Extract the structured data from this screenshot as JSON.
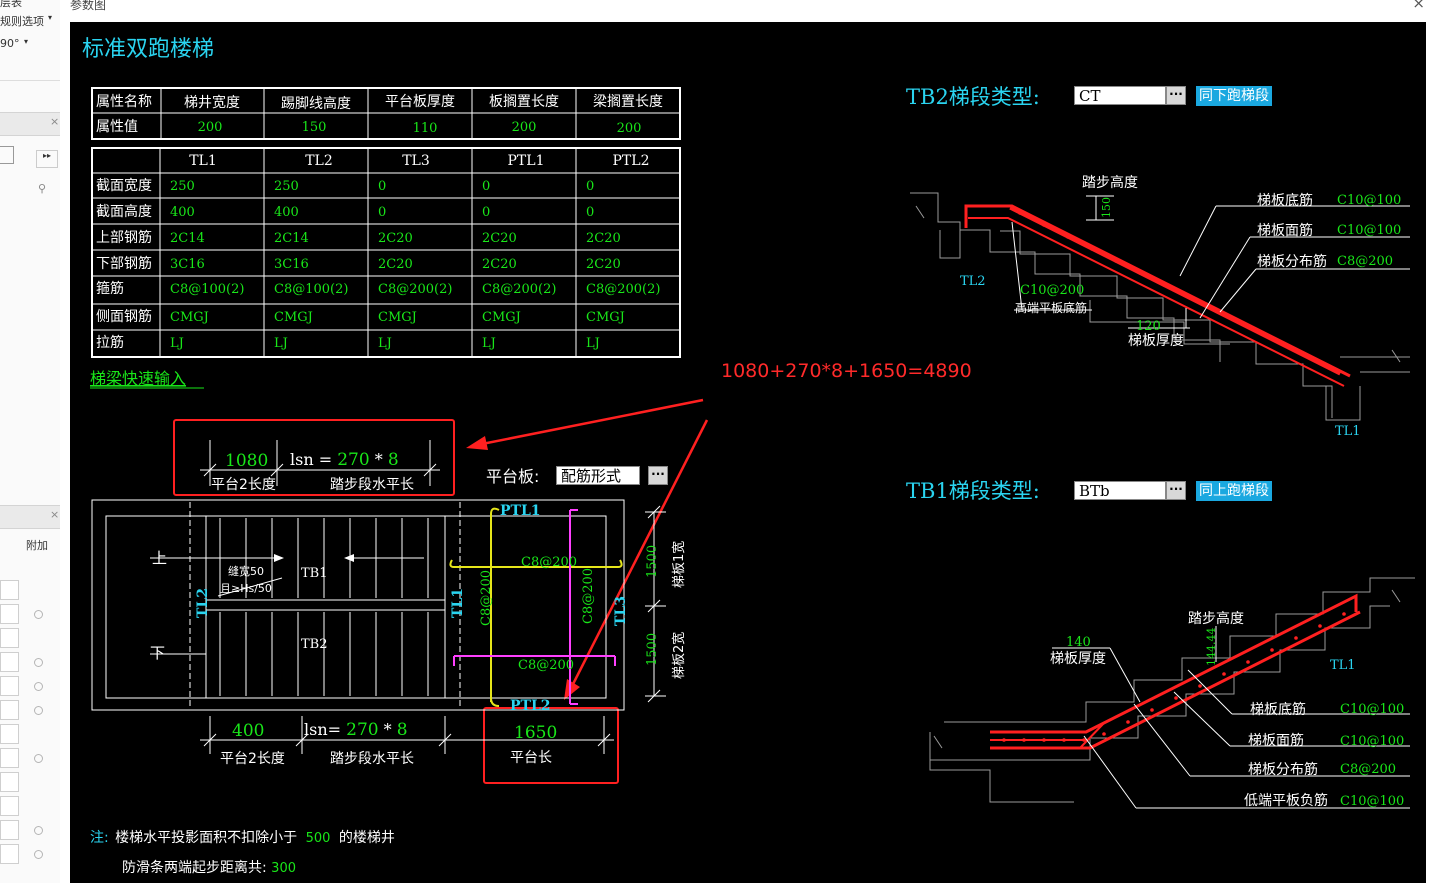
{
  "left_panel": {
    "texts": [
      "层表",
      "规则选项",
      "90°",
      "附加"
    ]
  },
  "dialog": {
    "title": "参数图",
    "close": "×",
    "heading": "标准双跑楼梯",
    "attr_table": {
      "headers": [
        "属性名称",
        "梯井宽度",
        "踢脚线高度",
        "平台板厚度",
        "板搁置长度",
        "梁搁置长度"
      ],
      "values": [
        "属性值",
        "200",
        "150",
        "110",
        "200",
        "200"
      ]
    },
    "beam_table": {
      "headers": [
        "",
        "TL1",
        "TL2",
        "TL3",
        "PTL1",
        "PTL2"
      ],
      "rows": [
        [
          "截面宽度",
          "250",
          "250",
          "0",
          "0",
          "0"
        ],
        [
          "截面高度",
          "400",
          "400",
          "0",
          "0",
          "0"
        ],
        [
          "上部钢筋",
          "2C14",
          "2C14",
          "2C20",
          "2C20",
          "2C20"
        ],
        [
          "下部钢筋",
          "3C16",
          "3C16",
          "2C20",
          "2C20",
          "2C20"
        ],
        [
          "箍筋",
          "C8@100(2)",
          "C8@100(2)",
          "C8@200(2)",
          "C8@200(2)",
          "C8@200(2)"
        ],
        [
          "侧面钢筋",
          "CMGJ",
          "CMGJ",
          "CMGJ",
          "CMGJ",
          "CMGJ"
        ],
        [
          "拉筋",
          "LJ",
          "LJ",
          "LJ",
          "LJ",
          "LJ"
        ]
      ]
    },
    "quick_link": "梯梁快速输入",
    "formula": "1080+270*8+1650=4890",
    "plan": {
      "top_dim_1": "1080",
      "top_dim_2_prefix": "lsn = ",
      "top_dim_2_value": "270",
      "top_dim_2_op": " * ",
      "top_dim_2_count": "8",
      "top_label_1": "平台2长度",
      "top_label_2": "踏步段水平长",
      "platform_label": "平台板:",
      "platform_value": "配筋形式",
      "bot_dim_1": "400",
      "bot_dim_2_prefix": "lsn= ",
      "bot_dim_2_value": "270",
      "bot_dim_2_op": " * ",
      "bot_dim_2_count": "8",
      "bot_dim_3": "1650",
      "bot_label_1": "平台2长度",
      "bot_label_2": "踏步段水平长",
      "bot_label_3": "平台长",
      "up": "上",
      "down": "下",
      "gap_1": "缝宽50",
      "gap_2": "且≥Hs/50",
      "tb1": "TB1",
      "tb2": "TB2",
      "tl1": "TL1",
      "tl2": "TL2",
      "tl3": "TL3",
      "ptl1": "PTL1",
      "ptl2": "PTL2",
      "rebar": "C8@200",
      "w1": "1500",
      "w2": "1500",
      "w1_label": "梯板1宽",
      "w2_label": "梯板2宽"
    },
    "tb2": {
      "label": "TB2梯段类型:",
      "value": "CT",
      "button": "同下跑梯段",
      "step_height": "踏步高度",
      "step_val": "150",
      "bottom_bar": "梯板底筋",
      "bottom_bar_val": "C10@100",
      "top_bar": "梯板面筋",
      "top_bar_val": "C10@100",
      "dist_bar": "梯板分布筋",
      "dist_bar_val": "C8@200",
      "tl2": "TL2",
      "high_end_val": "C10@200",
      "high_end": "高端平板底筋",
      "thick_val": "120",
      "thick": "梯板厚度",
      "tl1": "TL1"
    },
    "tb1": {
      "label": "TB1梯段类型:",
      "value": "BTb",
      "button": "同上跑梯段",
      "step_height": "踏步高度",
      "step_val": "144.44",
      "thick_val": "140",
      "thick": "梯板厚度",
      "tl1": "TL1",
      "bottom_bar": "梯板底筋",
      "bottom_bar_val": "C10@100",
      "top_bar": "梯板面筋",
      "top_bar_val": "C10@100",
      "dist_bar": "梯板分布筋",
      "dist_bar_val": "C8@200",
      "low_end": "低端平板负筋",
      "low_end_val": "C10@100"
    },
    "note_prefix": "注:",
    "note_1a": "楼梯水平投影面积不扣除小于",
    "note_1_val": "500",
    "note_1b": "的楼梯井",
    "note_2a": "防滑条两端起步距离共:",
    "note_2_val": "300"
  }
}
